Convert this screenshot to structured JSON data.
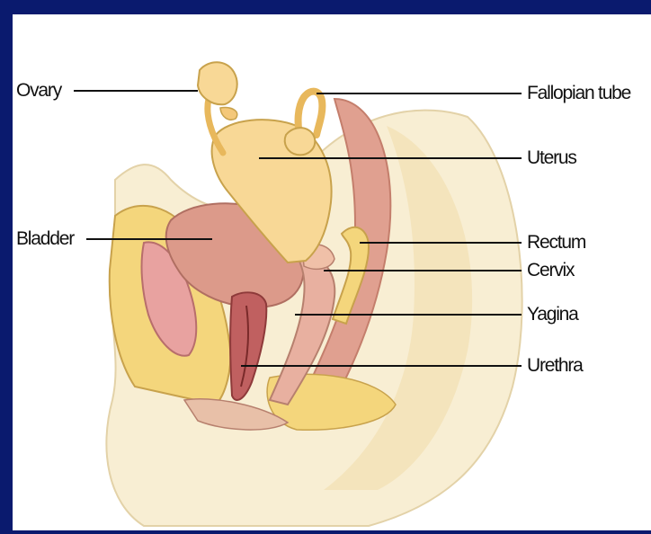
{
  "labels": {
    "ovary": "Ovary",
    "fallopian_tube": "Fallopian tube",
    "uterus": "Uterus",
    "bladder": "Bladder",
    "rectum": "Rectum",
    "cervix": "Cervix",
    "vagina": "Yagina",
    "urethra": "Urethra"
  },
  "colors": {
    "frame": "#0a1a6e",
    "panel": "#ffffff",
    "skin": "#f8eed3",
    "fat": "#f4d67c",
    "bladder": "#dc9a8a",
    "uterus": "#f8d896",
    "rectum": "#e0a090",
    "urethra": "#c06060",
    "leader_line": "#111111"
  }
}
